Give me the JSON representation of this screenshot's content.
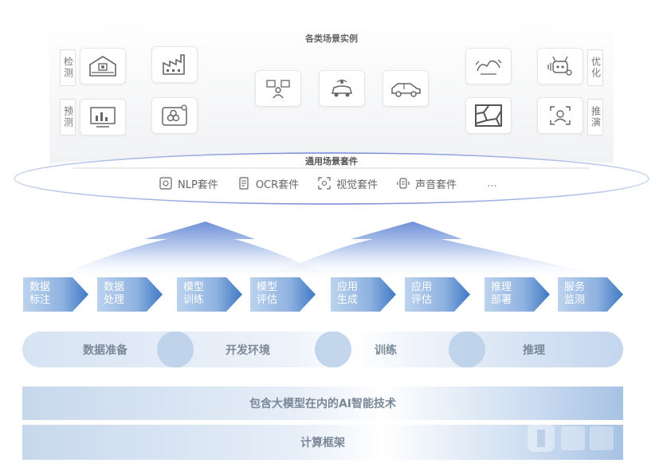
{
  "scenes": {
    "title": "各类场景实例",
    "left_labels": [
      {
        "text": "检测",
        "icon": "inspection-label"
      },
      {
        "text": "预测",
        "icon": "prediction-label"
      }
    ],
    "right_labels": [
      {
        "text": "优化",
        "icon": "optimization-label"
      },
      {
        "text": "推演",
        "icon": "deduction-label"
      }
    ],
    "cards": [
      {
        "icon": "factory-house-icon"
      },
      {
        "icon": "factory-icon"
      },
      {
        "icon": "dashboard-chart-icon"
      },
      {
        "icon": "molecule-eye-icon"
      },
      {
        "icon": "people-network-icon"
      },
      {
        "icon": "autonomous-car-icon"
      },
      {
        "icon": "vehicle-side-icon"
      },
      {
        "icon": "hand-gesture-icon"
      },
      {
        "icon": "crack-texture-icon"
      },
      {
        "icon": "robot-voice-icon"
      },
      {
        "icon": "face-scan-icon"
      }
    ]
  },
  "suites": {
    "title": "通用场景套件",
    "items": [
      {
        "label": "NLP套件",
        "icon": "nlp-icon"
      },
      {
        "label": "OCR套件",
        "icon": "ocr-icon"
      },
      {
        "label": "视觉套件",
        "icon": "vision-icon"
      },
      {
        "label": "声音套件",
        "icon": "audio-icon"
      }
    ],
    "more": "..."
  },
  "pipeline": [
    {
      "line1": "数据",
      "line2": "标注"
    },
    {
      "line1": "数据",
      "line2": "处理"
    },
    {
      "line1": "模型",
      "line2": "训练"
    },
    {
      "line1": "模型",
      "line2": "评估"
    },
    {
      "line1": "应用",
      "line2": "生成"
    },
    {
      "line1": "应用",
      "line2": "评估"
    },
    {
      "line1": "推理",
      "line2": "部署"
    },
    {
      "line1": "服务",
      "line2": "监测"
    }
  ],
  "stages": [
    "数据准备",
    "开发环境",
    "训练",
    "推理"
  ],
  "bands": {
    "ai": "包含大模型在内的AI智能技术",
    "framework": "计算框架"
  },
  "colors": {
    "chevron_dark": "#3f79c4",
    "chevron_light": "#bcd3ee",
    "capsule_light": "#dfe9f5",
    "capsule_dark": "#b9cfe9"
  }
}
